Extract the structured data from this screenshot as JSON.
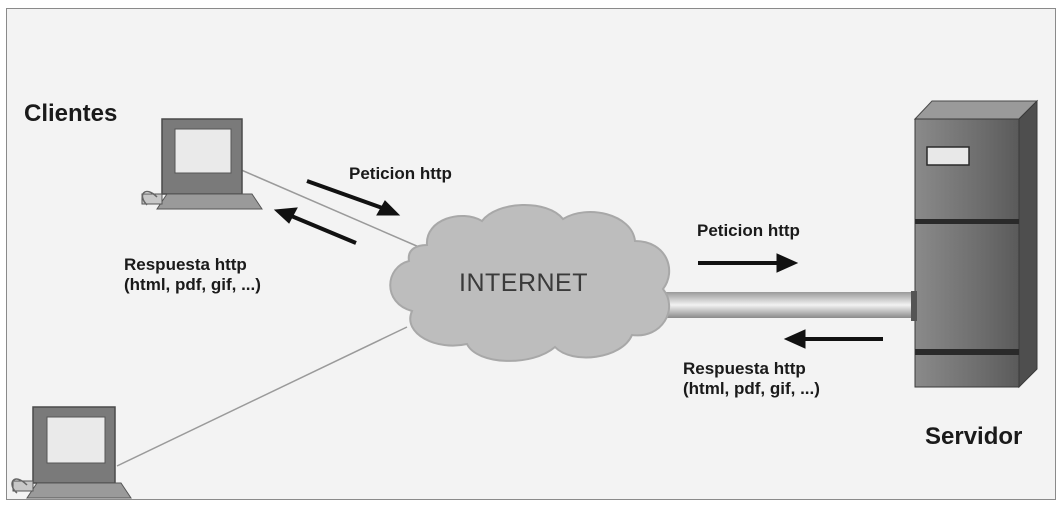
{
  "labels": {
    "clients": "Clientes",
    "server": "Servidor",
    "internet": "INTERNET",
    "request_left": "Peticion http",
    "response_left_line1": "Respuesta http",
    "response_left_line2": "(html, pdf, gif, ...)",
    "request_right": "Peticion http",
    "response_right_line1": "Respuesta http",
    "response_right_line2": "(html, pdf, gif, ...)"
  },
  "colors": {
    "background": "#f3f3f3",
    "cloud": "#bdbdbd",
    "server_body": "#6f6f6f",
    "arrow": "#111111"
  }
}
